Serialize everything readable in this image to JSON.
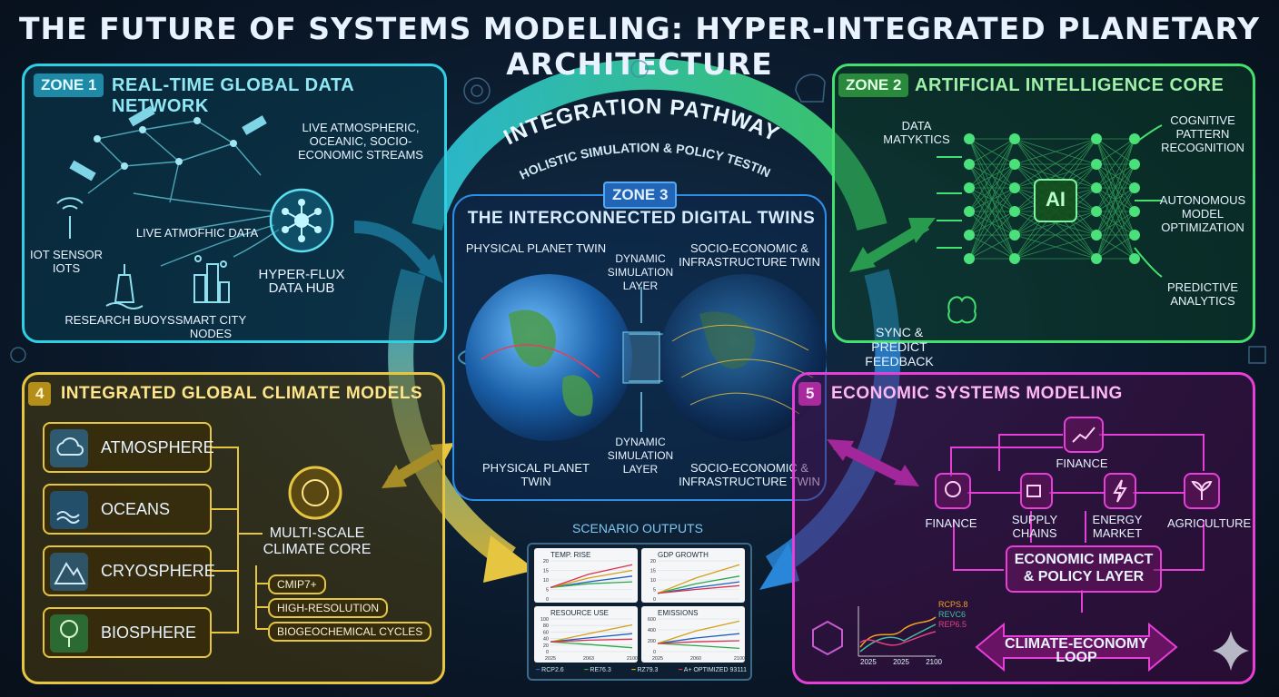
{
  "title": "THE FUTURE OF SYSTEMS MODELING: HYPER-INTEGRATED PLANETARY ARCHITECTURE",
  "zone1": {
    "tag": "ZONE 1",
    "heading": "REAL-TIME GLOBAL DATA NETWORK",
    "streams": "LIVE ATMOSPHERIC, OCEANIC, SOCIO-ECONOMIC STREAMS",
    "live_data": "LIVE ATMOFHIC DATA",
    "iot": "IoT SENSOR IoTS",
    "hub": "HYPER-FLUX DATA HUB",
    "buoys": "RESEARCH BUOYS",
    "city": "SMART CITY NODES"
  },
  "zone2": {
    "tag": "ZONE 2",
    "heading": "ARTIFICIAL INTELLIGENCE CORE",
    "input": "DATA MATYKTICS",
    "core": "AI",
    "outputs": [
      "COGNITIVE PATTERN RECOGNITION",
      "AUTONOMOUS MODEL OPTIMIZATION",
      "PREDICTIVE ANALYTICS"
    ]
  },
  "pathway": {
    "title": "INTEGRATION PATHWAY",
    "subtitle": "HOLISTIC SIMULATION & POLICY TESTING"
  },
  "zone3": {
    "tag": "ZONE 3",
    "heading": "THE INTERCONNECTED DIGITAL TWINS",
    "top_left": "PHYSICAL PLANET TWIN",
    "top_right": "SOCIO-ECONOMIC & INFRASTRUCTURE TWIN",
    "layer_top": "DYNAMIC SIMULATION LAYER",
    "layer_bottom": "DYNAMIC SIMULATION LAYER",
    "bottom_left": "PHYSICAL PLANET TWIN",
    "bottom_right": "SOCIO-ECONOMIC & INFRASTRUCTURE TWIN"
  },
  "sync": "SYNC & PREDICT FEEDBACK",
  "zone4": {
    "tag": "4",
    "heading": "INTEGRATED GLOBAL CLIMATE MODELS",
    "components": [
      "ATMOSPHERE",
      "OCEANS",
      "CRYOSPHERE",
      "BIOSPHERE"
    ],
    "core": "MULTI-SCALE CLIMATE CORE",
    "features": [
      "CMIP7+",
      "HIGH-RESOLUTION",
      "BIOGEOCHEMICAL CYCLES"
    ]
  },
  "zone5": {
    "tag": "5",
    "heading": "ECONOMIC SYSTEMS MODELING",
    "finance_top": "FINANCE",
    "nodes": [
      "FINANCE",
      "SUPPLY CHAINS",
      "ENERGY MARKET",
      "AGRICULTURE"
    ],
    "impact": "ECONOMIC IMPACT & POLICY LAYER",
    "loop": "CLIMATE-ECONOMY LOOP",
    "mini_legend": [
      "RCPS.8",
      "REVC6",
      "REP6.5"
    ],
    "mini_x": [
      "2025",
      "2025",
      "2100"
    ]
  },
  "scenario": {
    "heading": "SCENARIO OUTPUTS",
    "legend": [
      "RCP2.6",
      "RE76.3",
      "RZ79.3",
      "A+ OPTIMIZED 93111"
    ]
  },
  "colors": {
    "zone1": "#2fd0e6",
    "zone2": "#43e070",
    "zone3": "#2c8ee6",
    "zone4": "#e6c640",
    "zone5": "#e63fd8",
    "series": [
      "#1f5fbf",
      "#2fa84a",
      "#d4a017",
      "#d9314f"
    ]
  },
  "chart_data": [
    {
      "type": "line",
      "title": "TEMP. RISE",
      "ylim": [
        0,
        20
      ],
      "yticks": [
        0,
        5,
        10,
        15,
        20
      ],
      "x": [
        2025,
        2060,
        2100
      ],
      "series": [
        {
          "values": [
            6,
            9,
            12
          ]
        },
        {
          "values": [
            6,
            8,
            9
          ]
        },
        {
          "values": [
            6,
            11,
            15
          ]
        },
        {
          "values": [
            6,
            13,
            18
          ]
        }
      ]
    },
    {
      "type": "line",
      "title": "GDP GROWTH",
      "ylim": [
        0,
        20
      ],
      "yticks": [
        0,
        5,
        10,
        15,
        20
      ],
      "x": [
        2025,
        2060,
        2100
      ],
      "series": [
        {
          "values": [
            3,
            6,
            9
          ]
        },
        {
          "values": [
            3,
            8,
            12
          ]
        },
        {
          "values": [
            3,
            11,
            18
          ]
        },
        {
          "values": [
            3,
            5,
            7
          ]
        }
      ]
    },
    {
      "type": "line",
      "title": "RESOURCE USE",
      "ylim": [
        0,
        100
      ],
      "yticks": [
        0,
        20,
        40,
        60,
        80,
        100
      ],
      "x": [
        2025,
        2060,
        2100
      ],
      "xticks": [
        "2025",
        "2063",
        "2100"
      ],
      "series": [
        {
          "values": [
            30,
            42,
            55
          ]
        },
        {
          "values": [
            30,
            22,
            12
          ]
        },
        {
          "values": [
            30,
            55,
            82
          ]
        },
        {
          "values": [
            30,
            35,
            38
          ]
        }
      ]
    },
    {
      "type": "line",
      "title": "EMISSIONS",
      "ylim": [
        0,
        600
      ],
      "yticks": [
        0,
        200,
        400,
        600
      ],
      "x": [
        2025,
        2060,
        2100
      ],
      "xticks": [
        "2025",
        "2060",
        "2100"
      ],
      "series": [
        {
          "values": [
            150,
            250,
            330
          ]
        },
        {
          "values": [
            150,
            110,
            60
          ]
        },
        {
          "values": [
            150,
            380,
            560
          ]
        },
        {
          "values": [
            150,
            180,
            200
          ]
        }
      ]
    }
  ]
}
